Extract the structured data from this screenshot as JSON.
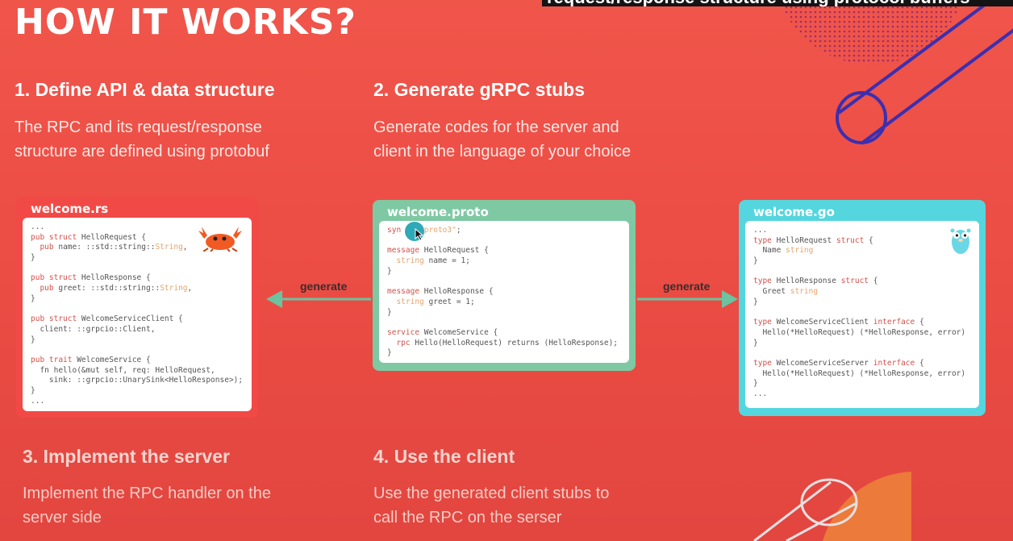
{
  "top_caption": "request/response structure using protocol buffers",
  "title": "HOW IT WORKS?",
  "steps": [
    {
      "heading": "1. Define API & data structure",
      "line1": "The RPC and its request/response",
      "line2": "structure are defined using protobuf"
    },
    {
      "heading": "2. Generate gRPC stubs",
      "line1": "Generate codes for the server and",
      "line2": "client in the language of your choice"
    },
    {
      "heading": "3. Implement the server",
      "line1": "Implement the RPC handler on the",
      "line2": "server side"
    },
    {
      "heading": "4. Use the client",
      "line1": "Use the generated client stubs to",
      "line2": "call the RPC on the serser"
    }
  ],
  "cards": {
    "rust": {
      "title": "welcome.rs"
    },
    "proto": {
      "title": "welcome.proto"
    },
    "go": {
      "title": "welcome.go"
    }
  },
  "arrows": {
    "left_label": "generate",
    "right_label": "generate"
  },
  "colors": {
    "background": "#ec4d45",
    "rust_card": "#f14a46",
    "proto_card": "#7ec9a3",
    "go_card": "#55d6df",
    "keyword": "#d2514a",
    "type": "#e2a56f"
  },
  "icons": [
    "ferris-crab-icon",
    "gopher-icon",
    "cursor-pointer-icon"
  ]
}
